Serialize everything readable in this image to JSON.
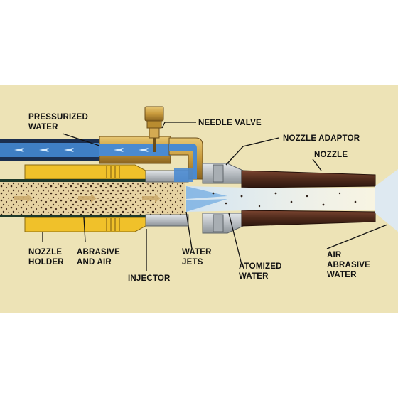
{
  "diagram": {
    "labels": {
      "pressurized_water": [
        "PRESSURIZED",
        "WATER"
      ],
      "needle_valve": "NEEDLE VALVE",
      "nozzle_adaptor": "NOZZLE ADAPTOR",
      "nozzle": "NOZZLE",
      "nozzle_holder": [
        "NOZZLE",
        "HOLDER"
      ],
      "abrasive_and_air": [
        "ABRASIVE",
        "AND AIR"
      ],
      "injector": "INJECTOR",
      "water_jets": [
        "WATER",
        "JETS"
      ],
      "atomized_water": [
        "ATOMIZED",
        "WATER"
      ],
      "air_abrasive_water": [
        "AIR",
        "ABRASIVE",
        "WATER"
      ]
    },
    "colors": {
      "background": "#ede3b6",
      "water": "#3f7fc4",
      "brass": "#cfa64a",
      "nozzle_holder": "#f0c12a",
      "abrasive": "#e6d2a2",
      "adaptor": "#c9cdd0",
      "nozzle": "#5a2f1e"
    }
  }
}
